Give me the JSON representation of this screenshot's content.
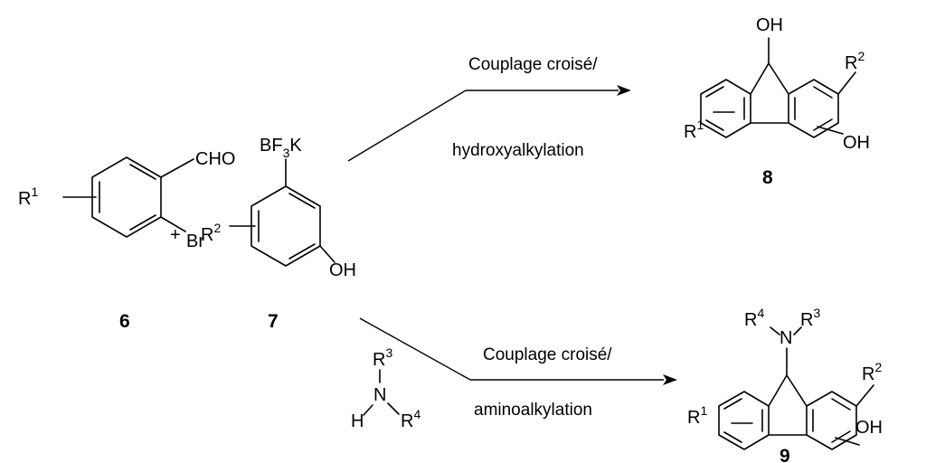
{
  "scheme": {
    "compounds": {
      "c6": {
        "number": "6",
        "substituents": {
          "r1": "R",
          "r1_sup": "1",
          "cho": "CHO",
          "br": "Br"
        }
      },
      "c7": {
        "number": "7",
        "substituents": {
          "bf3k_a": "BF",
          "bf3k_sub": "3",
          "bf3k_b": "K",
          "r2": "R",
          "r2_sup": "2",
          "oh": "OH"
        }
      },
      "c8": {
        "number": "8",
        "substituents": {
          "oh_top": "OH",
          "r2": "R",
          "r2_sup": "2",
          "r1": "R",
          "r1_sup": "1",
          "oh": "OH"
        }
      },
      "c9": {
        "number": "9",
        "substituents": {
          "r4": "R",
          "r4_sup": "4",
          "n": "N",
          "r3": "R",
          "r3_sup": "3",
          "r2": "R",
          "r2_sup": "2",
          "r1": "R",
          "r1_sup": "1",
          "oh": "OH"
        }
      }
    },
    "plus": "+",
    "amine": {
      "r3": "R",
      "r3_sup": "3",
      "n": "N",
      "h": "H",
      "r4": "R",
      "r4_sup": "4"
    },
    "arrows": {
      "top": {
        "line1": "Couplage croisé/",
        "line2": "hydroxyalkylation"
      },
      "bottom": {
        "line1": "Couplage croisé/",
        "line2": "aminoalkylation"
      }
    }
  }
}
